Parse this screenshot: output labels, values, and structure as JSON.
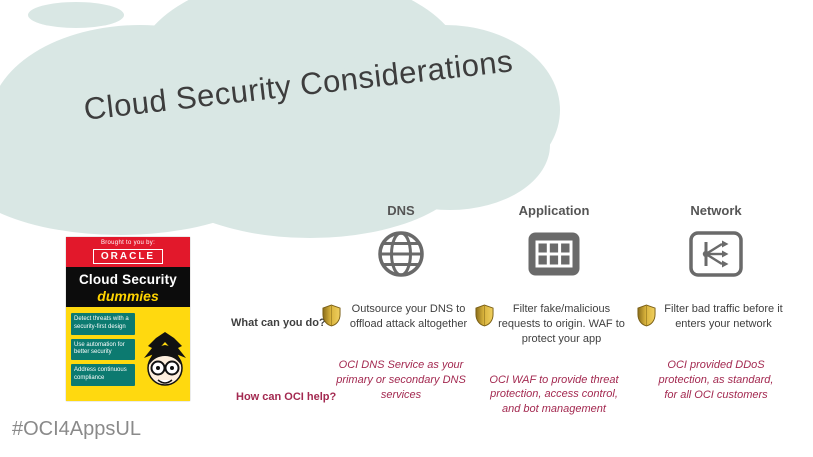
{
  "title": "Cloud Security Considerations",
  "hashtag": "#OCI4AppsUL",
  "book": {
    "brought_by": "Brought to you by:",
    "brand": "ORACLE",
    "title": "Cloud Security",
    "series": "dummies",
    "bullets": [
      "Detect threats with a security-first design",
      "Use automation for better security",
      "Address continuous compliance"
    ]
  },
  "row_labels": {
    "what": "What can you do?",
    "oci": "How can OCI help?"
  },
  "columns": [
    {
      "header": "DNS",
      "icon": "globe-icon",
      "what": "Outsource your DNS to offload attack altogether",
      "oci": "OCI DNS Service as your primary or secondary DNS services"
    },
    {
      "header": "Application",
      "icon": "application-grid-icon",
      "what": "Filter fake/malicious requests to origin. WAF to protect your app",
      "oci": "OCI WAF to provide threat protection, access control, and bot management"
    },
    {
      "header": "Network",
      "icon": "network-filter-icon",
      "what": "Filter bad traffic before it enters your network",
      "oci": "OCI provided DDoS protection, as standard, for all OCI customers"
    }
  ],
  "colors": {
    "cloud": "#d9e7e4",
    "maroon": "#a32950",
    "icon_gray": "#6a6a6a",
    "shield_gold": "#d9b33c",
    "book_red": "#e2182b",
    "book_yellow": "#ffd90f",
    "book_teal": "#0c7a70"
  }
}
